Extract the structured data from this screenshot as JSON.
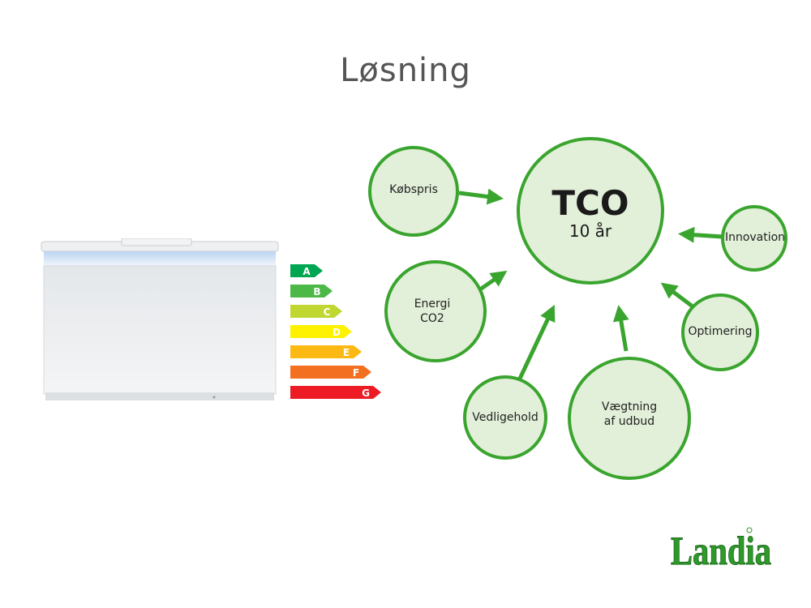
{
  "slide": {
    "title": "Løsning"
  },
  "colors": {
    "circle_fill": "#e2efd9",
    "circle_stroke": "#3aa52e",
    "arrow": "#3aa52e",
    "logo_green": "#2e9a2a"
  },
  "energy_label": {
    "classes": [
      {
        "letter": "A",
        "color": "#00a651"
      },
      {
        "letter": "B",
        "color": "#4cb848"
      },
      {
        "letter": "C",
        "color": "#bfd730"
      },
      {
        "letter": "D",
        "color": "#fff200"
      },
      {
        "letter": "E",
        "color": "#fdb913"
      },
      {
        "letter": "F",
        "color": "#f37021"
      },
      {
        "letter": "G",
        "color": "#ed1c24"
      }
    ]
  },
  "diagram": {
    "center": {
      "title": "TCO",
      "subtitle": "10 år"
    },
    "nodes": [
      {
        "label": "Købspris"
      },
      {
        "label_line1": "Energi",
        "label_line2": "CO2"
      },
      {
        "label": "Vedligehold"
      },
      {
        "label_line1": "Vægtning",
        "label_line2": "af udbud"
      },
      {
        "label": "Optimering"
      },
      {
        "label": "Innovation"
      }
    ]
  },
  "logo": {
    "text": "Landia"
  }
}
